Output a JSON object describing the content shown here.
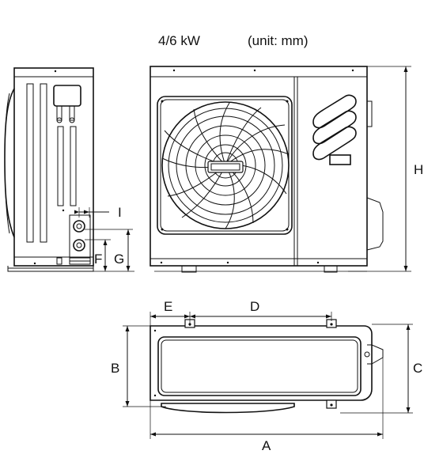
{
  "header": {
    "capacity": "4/6 kW",
    "unit_note": "(unit: mm)"
  },
  "dimensions": {
    "A": "A",
    "B": "B",
    "C": "C",
    "D": "D",
    "E": "E",
    "F": "F",
    "G": "G",
    "H": "H",
    "I": "I"
  }
}
